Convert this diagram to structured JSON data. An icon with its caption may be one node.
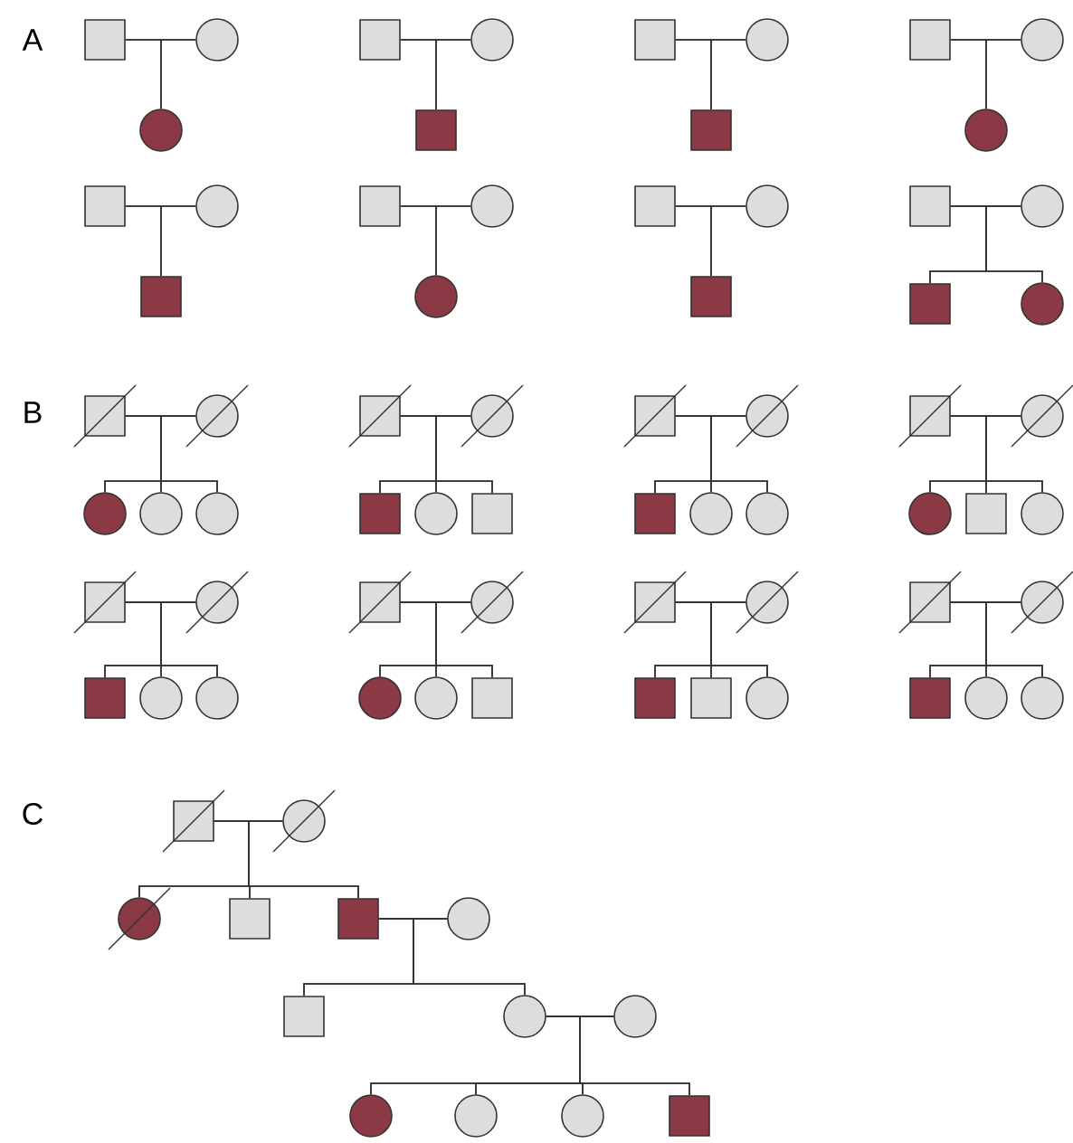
{
  "diagram": {
    "nodes": [
      {
        "text": [],
        "shape": "box"
      },
      {
        "text": [],
        "shape": "circle"
      },
      {
        "text": [],
        "shape": "circle"
      },
      {
        "text": [],
        "shape": "box"
      },
      {
        "text": [],
        "shape": "circle"
      },
      {
        "text": [],
        "shape": "box"
      },
      {
        "text": [],
        "shape": "box"
      },
      {
        "text": [],
        "shape": "circle"
      },
      {
        "text": [],
        "shape": "box"
      },
      {
        "text": [],
        "shape": "box"
      },
      {
        "text": [],
        "shape": "circle"
      },
      {
        "text": [],
        "shape": "circle"
      },
      {
        "text": [],
        "shape": "box"
      },
      {
        "text": [],
        "shape": "circle"
      },
      {
        "text": [],
        "shape": "box"
      },
      {
        "text": [],
        "shape": "box"
      },
      {
        "text": [],
        "shape": "circle"
      },
      {
        "text": [],
        "shape": "circle"
      },
      {
        "text": [],
        "shape": "box"
      },
      {
        "text": [],
        "shape": "circle"
      },
      {
        "text": [],
        "shape": "box"
      },
      {
        "text": [],
        "shape": "box"
      },
      {
        "text": [],
        "shape": "circle"
      },
      {
        "text": [],
        "shape": "box"
      },
      {
        "text": [],
        "shape": "circle"
      },
      {
        "text": [],
        "shape": "box"
      },
      {
        "text": [],
        "shape": "circle"
      },
      {
        "text": [],
        "shape": "circle"
      },
      {
        "text": [],
        "shape": "circle"
      },
      {
        "text": [],
        "shape": "circle"
      },
      {
        "text": [],
        "shape": "box"
      },
      {
        "text": [],
        "shape": "circle"
      },
      {
        "text": [],
        "shape": "box"
      },
      {
        "text": [],
        "shape": "circle"
      },
      {
        "text": [],
        "shape": "box"
      },
      {
        "text": [],
        "shape": "box"
      },
      {
        "text": [],
        "shape": "circle"
      },
      {
        "text": [],
        "shape": "box"
      },
      {
        "text": [],
        "shape": "circle"
      },
      {
        "text": [],
        "shape": "circle"
      },
      {
        "text": [],
        "shape": "box"
      },
      {
        "text": [],
        "shape": "circle"
      },
      {
        "text": [],
        "shape": "circle"
      },
      {
        "text": [],
        "shape": "box"
      },
      {
        "text": [],
        "shape": "circle"
      },
      {
        "text": [],
        "shape": "box"
      },
      {
        "text": [],
        "shape": "circle"
      },
      {
        "text": [],
        "shape": "box"
      },
      {
        "text": [],
        "shape": "circle"
      },
      {
        "text": [],
        "shape": "circle"
      },
      {
        "text": [],
        "shape": "box"
      },
      {
        "text": [],
        "shape": "circle"
      },
      {
        "text": [],
        "shape": "circle"
      },
      {
        "text": [],
        "shape": "circle"
      },
      {
        "text": [],
        "shape": "box"
      },
      {
        "text": [],
        "shape": "box"
      },
      {
        "text": [],
        "shape": "circle"
      },
      {
        "text": [],
        "shape": "box"
      },
      {
        "text": [],
        "shape": "box"
      },
      {
        "text": [],
        "shape": "circle"
      },
      {
        "text": [],
        "shape": "box"
      },
      {
        "text": [],
        "shape": "circle"
      },
      {
        "text": [],
        "shape": "box"
      },
      {
        "text": [],
        "shape": "circle"
      },
      {
        "text": [],
        "shape": "circle"
      },
      {
        "text": [],
        "shape": "box"
      },
      {
        "text": [],
        "shape": "circle"
      },
      {
        "text": [],
        "shape": "circle"
      },
      {
        "text": [],
        "shape": "box"
      },
      {
        "text": [],
        "shape": "box"
      },
      {
        "text": [],
        "shape": "circle"
      },
      {
        "text": [],
        "shape": "box"
      },
      {
        "text": [],
        "shape": "circle"
      },
      {
        "text": [],
        "shape": "circle"
      },
      {
        "text": [],
        "shape": "circle"
      },
      {
        "text": [],
        "shape": "circle"
      },
      {
        "text": [],
        "shape": "circle"
      },
      {
        "text": [],
        "shape": "box"
      }
    ],
    "edges": [
      {
        "from": 0,
        "to": 1,
        "arrow": "none"
      },
      {
        "from": 3,
        "to": 4,
        "arrow": "none"
      },
      {
        "from": 6,
        "to": 7,
        "arrow": "none"
      },
      {
        "from": 9,
        "to": 10,
        "arrow": "none"
      },
      {
        "from": 12,
        "to": 13,
        "arrow": "none"
      },
      {
        "from": 15,
        "to": 16,
        "arrow": "none"
      },
      {
        "from": 18,
        "to": 19,
        "arrow": "none"
      },
      {
        "from": 21,
        "to": 22,
        "arrow": "none"
      },
      {
        "from": 25,
        "to": 26,
        "arrow": "none"
      },
      {
        "from": 30,
        "to": 31,
        "arrow": "none"
      },
      {
        "from": 35,
        "to": 36,
        "arrow": "none"
      },
      {
        "from": 40,
        "to": 41,
        "arrow": "none"
      },
      {
        "from": 45,
        "to": 46,
        "arrow": "none"
      },
      {
        "from": 50,
        "to": 51,
        "arrow": "none"
      },
      {
        "from": 55,
        "to": 56,
        "arrow": "none"
      },
      {
        "from": 60,
        "to": 61,
        "arrow": "none"
      },
      {
        "from": 65,
        "to": 66,
        "arrow": "none"
      },
      {
        "from": 69,
        "to": 70,
        "arrow": "none"
      },
      {
        "from": 72,
        "to": 73,
        "arrow": "none"
      },
      {
        "from": 0,
        "to": 2,
        "arrow": "none"
      },
      {
        "from": 1,
        "to": 2,
        "arrow": "none"
      },
      {
        "from": 3,
        "to": 5,
        "arrow": "none"
      },
      {
        "from": 4,
        "to": 5,
        "arrow": "none"
      },
      {
        "from": 6,
        "to": 8,
        "arrow": "none"
      },
      {
        "from": 7,
        "to": 8,
        "arrow": "none"
      },
      {
        "from": 9,
        "to": 11,
        "arrow": "none"
      },
      {
        "from": 10,
        "to": 11,
        "arrow": "none"
      },
      {
        "from": 12,
        "to": 14,
        "arrow": "none"
      },
      {
        "from": 13,
        "to": 14,
        "arrow": "none"
      },
      {
        "from": 15,
        "to": 17,
        "arrow": "none"
      },
      {
        "from": 16,
        "to": 17,
        "arrow": "none"
      },
      {
        "from": 18,
        "to": 20,
        "arrow": "none"
      },
      {
        "from": 19,
        "to": 20,
        "arrow": "none"
      },
      {
        "from": 21,
        "to": 23,
        "arrow": "none"
      },
      {
        "from": 22,
        "to": 23,
        "arrow": "none"
      },
      {
        "from": 21,
        "to": 24,
        "arrow": "none"
      },
      {
        "from": 22,
        "to": 24,
        "arrow": "none"
      },
      {
        "from": 25,
        "to": 27,
        "arrow": "none"
      },
      {
        "from": 26,
        "to": 27,
        "arrow": "none"
      },
      {
        "from": 25,
        "to": 28,
        "arrow": "none"
      },
      {
        "from": 26,
        "to": 28,
        "arrow": "none"
      },
      {
        "from": 25,
        "to": 29,
        "arrow": "none"
      },
      {
        "from": 26,
        "to": 29,
        "arrow": "none"
      },
      {
        "from": 30,
        "to": 32,
        "arrow": "none"
      },
      {
        "from": 31,
        "to": 32,
        "arrow": "none"
      },
      {
        "from": 30,
        "to": 33,
        "arrow": "none"
      },
      {
        "from": 31,
        "to": 33,
        "arrow": "none"
      },
      {
        "from": 30,
        "to": 34,
        "arrow": "none"
      },
      {
        "from": 31,
        "to": 34,
        "arrow": "none"
      },
      {
        "from": 35,
        "to": 37,
        "arrow": "none"
      },
      {
        "from": 36,
        "to": 37,
        "arrow": "none"
      },
      {
        "from": 35,
        "to": 38,
        "arrow": "none"
      },
      {
        "from": 36,
        "to": 38,
        "arrow": "none"
      },
      {
        "from": 35,
        "to": 39,
        "arrow": "none"
      },
      {
        "from": 36,
        "to": 39,
        "arrow": "none"
      },
      {
        "from": 40,
        "to": 42,
        "arrow": "none"
      },
      {
        "from": 41,
        "to": 42,
        "arrow": "none"
      },
      {
        "from": 40,
        "to": 43,
        "arrow": "none"
      },
      {
        "from": 41,
        "to": 43,
        "arrow": "none"
      },
      {
        "from": 40,
        "to": 44,
        "arrow": "none"
      },
      {
        "from": 41,
        "to": 44,
        "arrow": "none"
      },
      {
        "from": 45,
        "to": 47,
        "arrow": "none"
      },
      {
        "from": 46,
        "to": 47,
        "arrow": "none"
      },
      {
        "from": 45,
        "to": 48,
        "arrow": "none"
      },
      {
        "from": 46,
        "to": 48,
        "arrow": "none"
      },
      {
        "from": 45,
        "to": 49,
        "arrow": "none"
      },
      {
        "from": 46,
        "to": 49,
        "arrow": "none"
      },
      {
        "from": 50,
        "to": 52,
        "arrow": "none"
      },
      {
        "from": 51,
        "to": 52,
        "arrow": "none"
      },
      {
        "from": 50,
        "to": 53,
        "arrow": "none"
      },
      {
        "from": 51,
        "to": 53,
        "arrow": "none"
      },
      {
        "from": 50,
        "to": 54,
        "arrow": "none"
      },
      {
        "from": 51,
        "to": 54,
        "arrow": "none"
      },
      {
        "from": 55,
        "to": 57,
        "arrow": "none"
      },
      {
        "from": 56,
        "to": 57,
        "arrow": "none"
      },
      {
        "from": 55,
        "to": 58,
        "arrow": "none"
      },
      {
        "from": 56,
        "to": 58,
        "arrow": "none"
      },
      {
        "from": 55,
        "to": 59,
        "arrow": "none"
      },
      {
        "from": 56,
        "to": 59,
        "arrow": "none"
      },
      {
        "from": 60,
        "to": 62,
        "arrow": "none"
      },
      {
        "from": 61,
        "to": 62,
        "arrow": "none"
      },
      {
        "from": 60,
        "to": 63,
        "arrow": "none"
      },
      {
        "from": 61,
        "to": 63,
        "arrow": "none"
      },
      {
        "from": 60,
        "to": 64,
        "arrow": "none"
      },
      {
        "from": 61,
        "to": 64,
        "arrow": "none"
      },
      {
        "from": 65,
        "to": 67,
        "arrow": "none"
      },
      {
        "from": 66,
        "to": 67,
        "arrow": "none"
      },
      {
        "from": 65,
        "to": 68,
        "arrow": "none"
      },
      {
        "from": 66,
        "to": 68,
        "arrow": "none"
      },
      {
        "from": 65,
        "to": 69,
        "arrow": "none"
      },
      {
        "from": 66,
        "to": 69,
        "arrow": "none"
      },
      {
        "from": 69,
        "to": 71,
        "arrow": "none"
      },
      {
        "from": 70,
        "to": 71,
        "arrow": "none"
      },
      {
        "from": 69,
        "to": 72,
        "arrow": "none"
      },
      {
        "from": 70,
        "to": 72,
        "arrow": "none"
      },
      {
        "from": 72,
        "to": 74,
        "arrow": "none"
      },
      {
        "from": 73,
        "to": 74,
        "arrow": "none"
      },
      {
        "from": 72,
        "to": 75,
        "arrow": "none"
      },
      {
        "from": 73,
        "to": 75,
        "arrow": "none"
      },
      {
        "from": 72,
        "to": 76,
        "arrow": "none"
      },
      {
        "from": 73,
        "to": 76,
        "arrow": "none"
      },
      {
        "from": 72,
        "to": 77,
        "arrow": "none"
      },
      {
        "from": 73,
        "to": 77,
        "arrow": "none"
      }
    ],
    "labels": [
      "A",
      "B",
      "C"
    ]
  }
}
